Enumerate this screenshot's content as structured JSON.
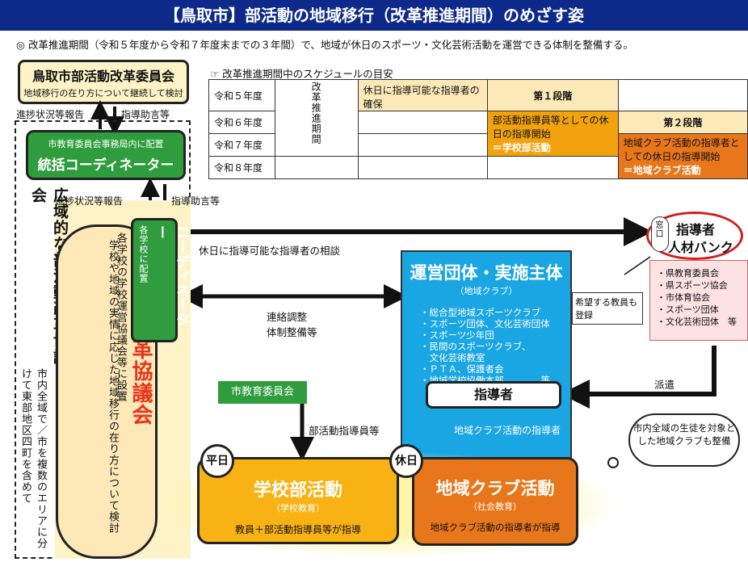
{
  "title": "【鳥取市】部活動の地域移行（改革推進期間）のめざす姿",
  "intro": "◎ 改革推進期間（令和５年度から令和７年度末までの３年間）で、地域が休日のスポーツ・文化芸術活動を運営できる体制を整備する。",
  "committee": {
    "name": "鳥取市部活動改革委員会",
    "desc": "地域移行の在り方について継続して検討"
  },
  "arrows": {
    "progress_report": "進捗状況等報告",
    "guidance": "指導助言等",
    "consult": "休日に指導可能な指導者の相談",
    "liaison": "連絡調整\n体制整備等",
    "dispatch": "派遣",
    "club_instructor": "部活動指導員等",
    "tiny_vertical": "指導助言等"
  },
  "schedule": {
    "label": "☞ 改革推進期間中のスケジュールの目安",
    "years": [
      "令和５年度",
      "令和６年度",
      "令和７年度",
      "令和８年度"
    ],
    "period": "改革推進期間",
    "secure": "休日に指導可能な指導者の確保",
    "stage1": {
      "title": "第１段階",
      "desc": "部活動指導員等としての休日の指導開始",
      "tag": "＝学校部活動"
    },
    "stage2": {
      "title": "第２段階",
      "desc": "地域クラブ活動の指導者としての休日の指導開始",
      "tag": "＝地域クラブ活動"
    }
  },
  "coord_main": {
    "dept": "市教育委員会事務局内に配置",
    "name": "統括コーディネーター"
  },
  "wide_council": "広域的な部活動改革協議会",
  "wide_note": "市内全域で／市を複数のエリアに分けて東部地区四町を含めて",
  "club_council": {
    "name": "部活動改革協議会",
    "note1": "各学校の学校運営協議会等に設置",
    "note2": "学校や地域の実情に応じた地域移行の在り方について検討"
  },
  "coord_side": {
    "name": "コーディネーター",
    "note": "各学校に配置"
  },
  "bank": {
    "window": "窓口",
    "title1": "指導者",
    "title2": "人材バンク",
    "members": [
      "・県教育委員会",
      "・県スポーツ協会",
      "・市体育協会",
      "・スポーツ団体",
      "・文化芸術団体　等"
    ]
  },
  "hope": "希望する教員も登録",
  "unei": {
    "title": "運営団体・実施主体",
    "sub": "（地域クラブ）",
    "items": [
      "・総合型地域スポーツクラブ",
      "・スポーツ団体、文化芸術団体",
      "・スポーツ少年団",
      "・民間のスポーツクラブ、",
      "　文化芸術教室",
      "・ＰＴＡ、保護者会",
      "・地域学校協働本部　　　　等"
    ]
  },
  "shidosha": "指導者",
  "club_shidosha": "地域クラブ活動の指導者",
  "city_board": "市教育委員会",
  "cloud": "市内全域の生徒を対象とした地域クラブも整備",
  "weekday": "平日",
  "holiday": "休日",
  "school": {
    "title": "学校部活動",
    "sub": "（学校教育）",
    "desc": "教員＋部活動指導員等が指導"
  },
  "club": {
    "title": "地域クラブ活動",
    "sub": "（社会教育）",
    "desc": "地域クラブ活動の指導者が指導"
  },
  "colors": {
    "navy": "#0d2a8a",
    "green": "#2f9d3e",
    "orange": "#e8761a",
    "yellow": "#f9b214",
    "blue": "#19a6e3",
    "cream": "#fdf3c6"
  }
}
